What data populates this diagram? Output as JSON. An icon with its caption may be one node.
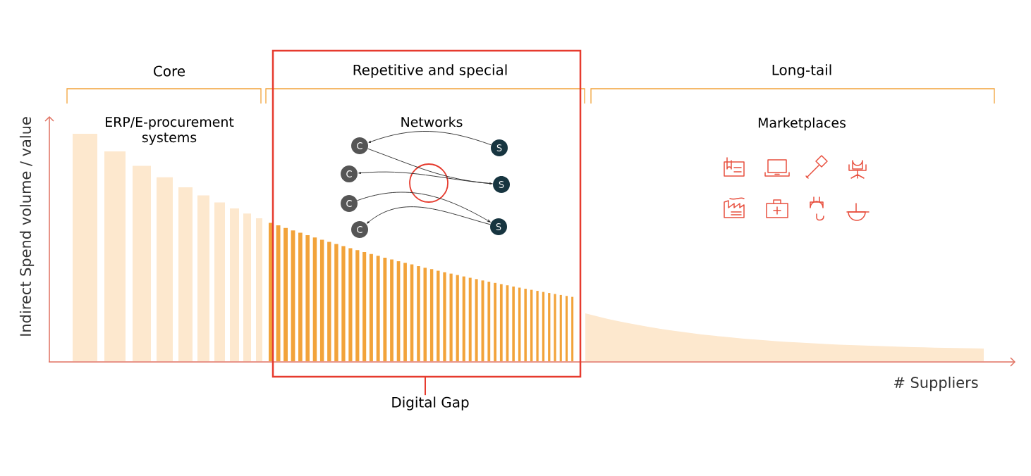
{
  "diagram": {
    "nodes": [
      {
        "text": [],
        "shape": "box"
      },
      {
        "text": [
          "Digital Gap"
        ]
      },
      {
        "text": [
          "C"
        ],
        "in": 0
      },
      {
        "text": [
          "C"
        ],
        "in": 0
      },
      {
        "text": [
          "C"
        ],
        "in": 0
      },
      {
        "text": [
          "C"
        ],
        "in": 0
      },
      {
        "text": [
          "S"
        ],
        "in": 0
      },
      {
        "text": [
          "S"
        ],
        "in": 0
      },
      {
        "text": [
          "S"
        ],
        "in": 0
      }
    ],
    "edges": [
      {
        "from": 1,
        "to": 0,
        "arrow": "none",
        "color": "#e63b2e"
      },
      {
        "from": 6,
        "to": 2,
        "arrow": "to"
      },
      {
        "from": 2,
        "to": 7,
        "arrow": "to"
      },
      {
        "from": 7,
        "to": 3,
        "arrow": "to"
      },
      {
        "from": 4,
        "to": 8,
        "arrow": "to"
      },
      {
        "from": 8,
        "to": 5,
        "arrow": "to"
      }
    ],
    "labels": [
      "Core",
      "Repetitive and special",
      "Long-tail",
      "ERP/E-procurement systems",
      "Networks",
      "Marketplaces",
      "Indirect Spend volume / value",
      "# Suppliers"
    ]
  }
}
